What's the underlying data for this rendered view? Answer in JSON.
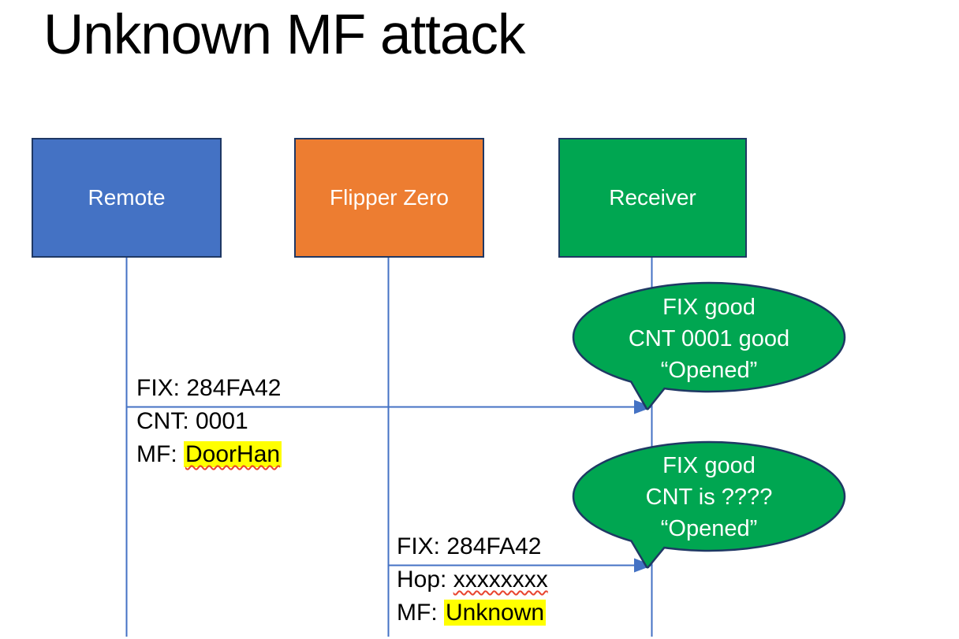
{
  "title": "Unknown MF attack",
  "actors": [
    {
      "label": "Remote",
      "fill": "#4472C4"
    },
    {
      "label": "Flipper Zero",
      "fill": "#ED7D31"
    },
    {
      "label": "Receiver",
      "fill": "#00A651"
    }
  ],
  "messages": [
    {
      "from": "Remote",
      "to": "Receiver",
      "lines": [
        {
          "text": "FIX: 284FA42"
        },
        {
          "text": "CNT: 0001"
        },
        {
          "prefix": "MF: ",
          "mark": "DoorHan",
          "highlighted": true,
          "spell_underline": true
        }
      ]
    },
    {
      "from": "Flipper Zero",
      "to": "Receiver",
      "lines": [
        {
          "text": "FIX: 284FA42"
        },
        {
          "prefix": "Hop: ",
          "mark": "xxxxxxxx",
          "spell_underline": true
        },
        {
          "prefix": "MF: ",
          "mark": "Unknown",
          "highlighted": true
        }
      ]
    }
  ],
  "callouts": [
    {
      "lines": [
        "FIX good",
        "CNT 0001 good",
        "“Opened”"
      ]
    },
    {
      "lines": [
        "FIX good",
        "CNT is ????",
        "“Opened”"
      ]
    }
  ],
  "colors": {
    "actor_border": "#1F3864",
    "lifeline_blue": "#4472C4",
    "callout_fill": "#00A651",
    "highlight_yellow": "#FFFF00",
    "squiggle_red": "#E8442E",
    "title_color": "#000000",
    "background": "#FFFFFF"
  }
}
